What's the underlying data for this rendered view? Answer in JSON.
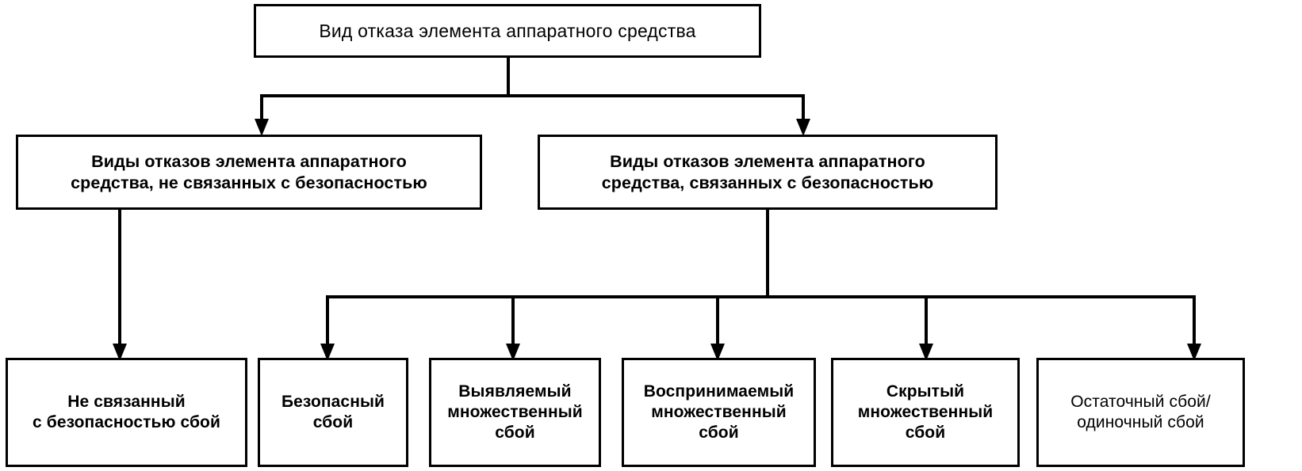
{
  "diagram": {
    "title_text": "Вид отказа элемента аппаратного средства",
    "language": "ru",
    "background_color": "#ffffff",
    "line_color": "#000000",
    "text_color": "#000000",
    "levels": [
      {
        "level": 1,
        "nodes": [
          {
            "id": "root",
            "label": "Вид отказа элемента аппаратного средства"
          }
        ]
      },
      {
        "level": 2,
        "nodes": [
          {
            "id": "non-safety-related",
            "label": "Виды отказов элемента аппаратного\nсредства, не связанных с безопасностью"
          },
          {
            "id": "safety-related",
            "label": "Виды отказов элемента аппаратного\nсредства, связанных с безопасностью"
          }
        ]
      },
      {
        "level": 3,
        "nodes": [
          {
            "id": "non-safety-fault",
            "label": "Не связанный\nс безопасностью сбой"
          },
          {
            "id": "safe-fault",
            "label": "Безопасный\nсбой"
          },
          {
            "id": "detected-multiple-fault",
            "label": "Выявляемый\nмножественный\nсбой"
          },
          {
            "id": "perceived-multiple-fault",
            "label": "Воспринимаемый\nмножественный\nсбой"
          },
          {
            "id": "latent-multiple-fault",
            "label": "Скрытый\nмножественный\nсбой"
          },
          {
            "id": "residual-single-fault",
            "label": "Остаточный сбой/\nодиночный сбой"
          }
        ]
      }
    ]
  }
}
